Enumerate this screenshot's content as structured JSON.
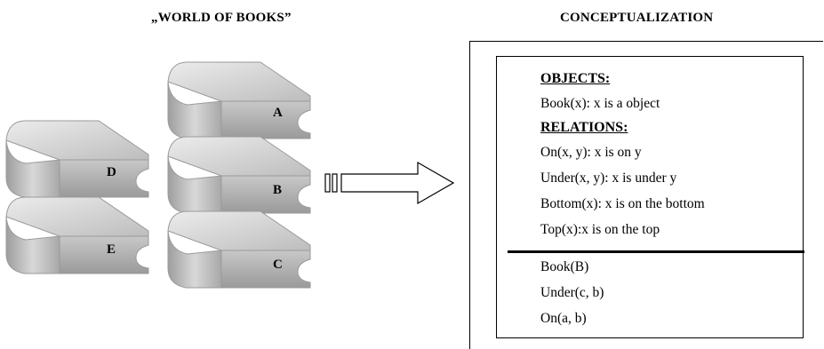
{
  "left_heading": "„WORLD OF BOOKS”",
  "right_heading": "CONCEPTUALIZATION",
  "books": {
    "A": "A",
    "B": "B",
    "C": "C",
    "D": "D",
    "E": "E"
  },
  "concept": {
    "objects_heading": "OBJECTS:",
    "objects": [
      "Book(x): x is a object"
    ],
    "relations_heading": "RELATIONS:",
    "relations": [
      "On(x, y): x is on y",
      "Under(x, y): x is under y",
      "Bottom(x): x is on the bottom",
      "Top(x):x is on the top"
    ],
    "facts": [
      "Book(B)",
      "Under(c, b)",
      "On(a, b)"
    ]
  },
  "colors": {
    "book_light": "#d9d9d9",
    "book_mid": "#b3b3b3",
    "book_dark": "#8c8c8c",
    "book_edge": "#a0a0a0"
  }
}
